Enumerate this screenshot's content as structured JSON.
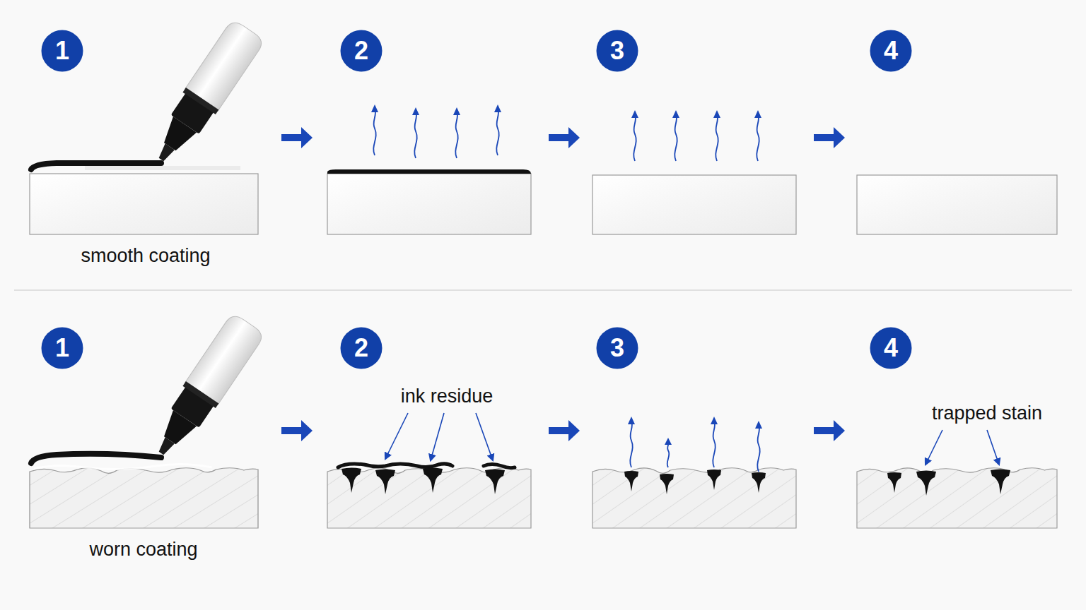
{
  "diagram": {
    "nodes": [
      {
        "text": [
          "1"
        ]
      },
      {
        "text": [
          "2"
        ]
      },
      {
        "text": [
          "3"
        ]
      },
      {
        "text": [
          "4"
        ]
      },
      {
        "text": [
          "1"
        ]
      },
      {
        "text": [
          "2"
        ]
      },
      {
        "text": [
          "3"
        ]
      },
      {
        "text": [
          "4"
        ]
      }
    ],
    "labels": [
      "smooth coating",
      "ink residue",
      "worn coating",
      "trapped stain"
    ]
  }
}
